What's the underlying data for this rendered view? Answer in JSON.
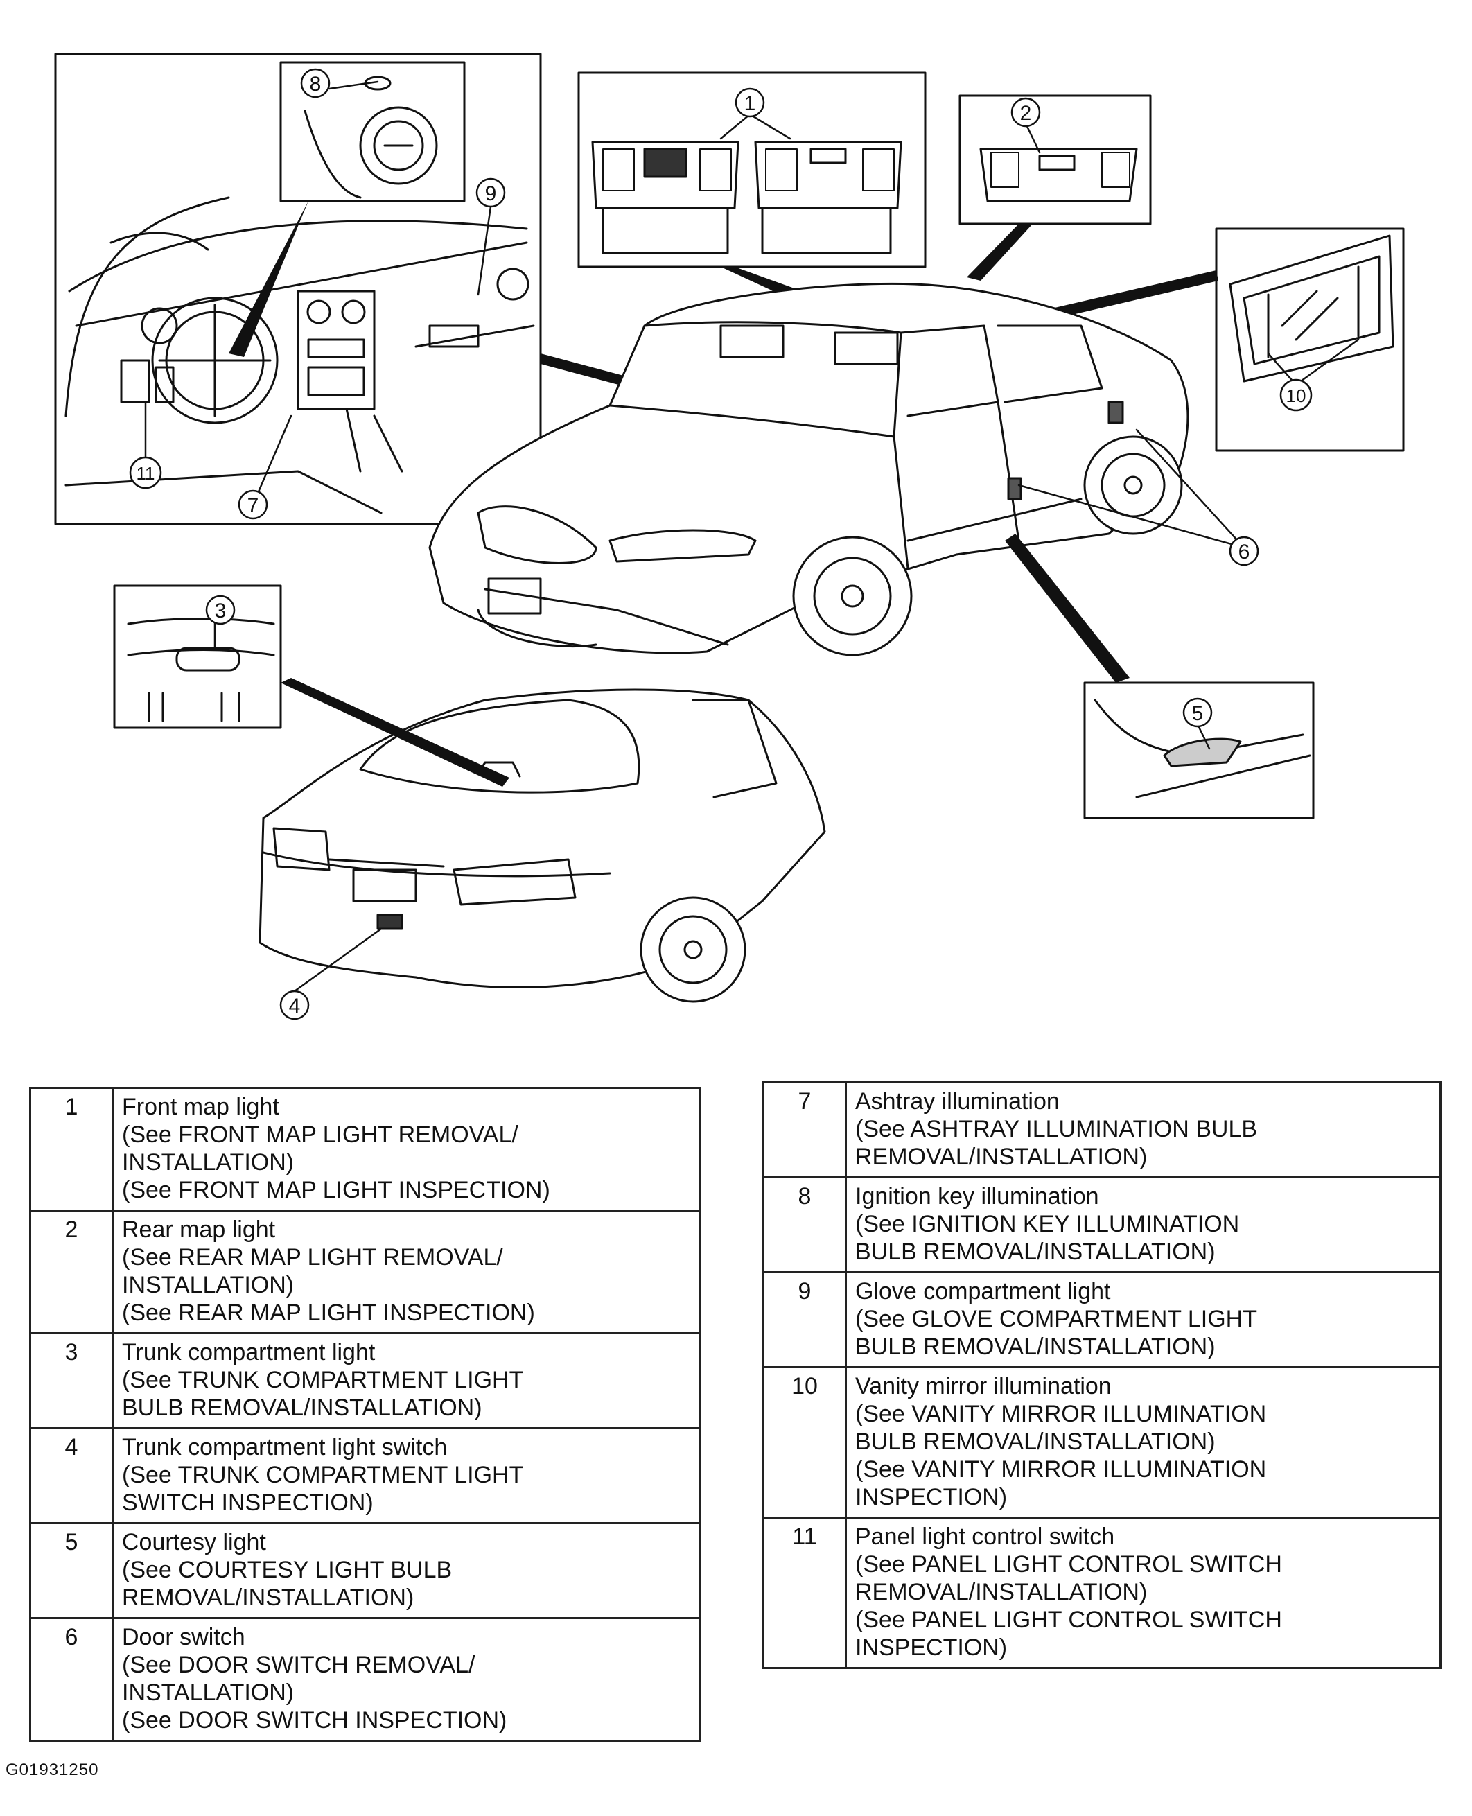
{
  "callouts": [
    "1",
    "2",
    "3",
    "4",
    "5",
    "6",
    "7",
    "8",
    "9",
    "10",
    "11"
  ],
  "legend": {
    "left": [
      {
        "number": "1",
        "lines": [
          "Front map light",
          "(See FRONT MAP LIGHT REMOVAL/",
          "INSTALLATION)",
          "(See FRONT MAP LIGHT INSPECTION)"
        ]
      },
      {
        "number": "2",
        "lines": [
          "Rear map light",
          "(See REAR MAP LIGHT REMOVAL/",
          "INSTALLATION)",
          "(See REAR MAP LIGHT INSPECTION)"
        ]
      },
      {
        "number": "3",
        "lines": [
          "Trunk compartment light",
          "(See TRUNK COMPARTMENT LIGHT",
          "BULB REMOVAL/INSTALLATION)"
        ]
      },
      {
        "number": "4",
        "lines": [
          "Trunk compartment light switch",
          "(See TRUNK COMPARTMENT LIGHT",
          "SWITCH INSPECTION)"
        ]
      },
      {
        "number": "5",
        "lines": [
          "Courtesy light",
          "(See COURTESY LIGHT BULB",
          "REMOVAL/INSTALLATION)"
        ]
      },
      {
        "number": "6",
        "lines": [
          "Door switch",
          "(See DOOR SWITCH REMOVAL/",
          "INSTALLATION)",
          "(See DOOR SWITCH INSPECTION)"
        ]
      }
    ],
    "right": [
      {
        "number": "7",
        "lines": [
          "Ashtray illumination",
          "(See  ASHTRAY ILLUMINATION BULB",
          "REMOVAL/INSTALLATION)"
        ]
      },
      {
        "number": "8",
        "lines": [
          "Ignition key illumination",
          "(See IGNITION KEY ILLUMINATION",
          "BULB REMOVAL/INSTALLATION)"
        ]
      },
      {
        "number": "9",
        "lines": [
          "Glove compartment light",
          "(See GLOVE COMPARTMENT LIGHT",
          "BULB REMOVAL/INSTALLATION)"
        ]
      },
      {
        "number": "10",
        "lines": [
          "Vanity mirror illumination",
          "(See VANITY MIRROR ILLUMINATION",
          "BULB REMOVAL/INSTALLATION)",
          "(See VANITY MIRROR ILLUMINATION",
          "INSPECTION)"
        ]
      },
      {
        "number": "11",
        "lines": [
          "Panel light control switch",
          "(See PANEL LIGHT CONTROL SWITCH",
          "REMOVAL/INSTALLATION)",
          "(See PANEL LIGHT CONTROL SWITCH",
          "INSPECTION)"
        ]
      }
    ]
  },
  "figure_id": "G01931250"
}
